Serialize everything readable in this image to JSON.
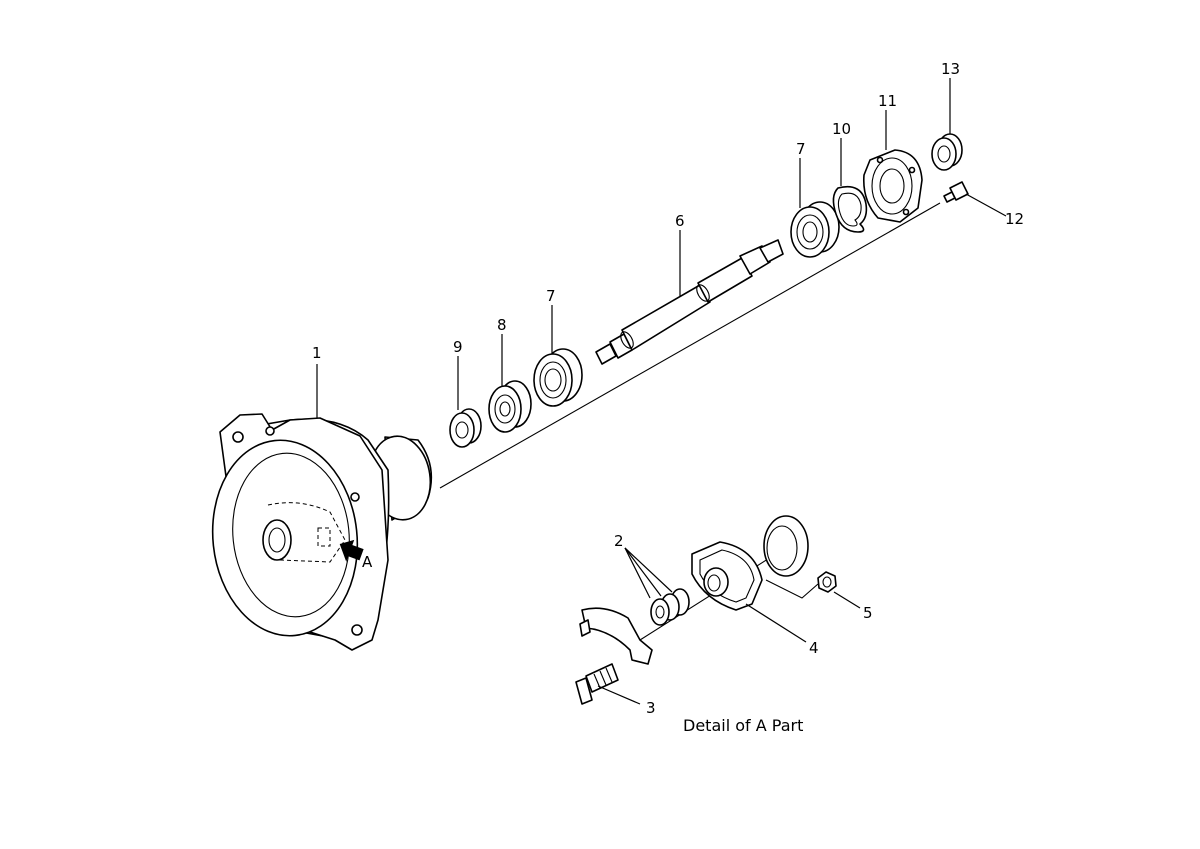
{
  "diagram": {
    "caption": "Detail of A Part",
    "view_marker": "A",
    "callouts": {
      "p1": "1",
      "p2": "2",
      "p3": "3",
      "p4": "4",
      "p5": "5",
      "p6": "6",
      "p7a": "7",
      "p7b": "7",
      "p8": "8",
      "p9": "9",
      "p10": "10",
      "p11": "11",
      "p12": "12",
      "p13": "13"
    }
  }
}
